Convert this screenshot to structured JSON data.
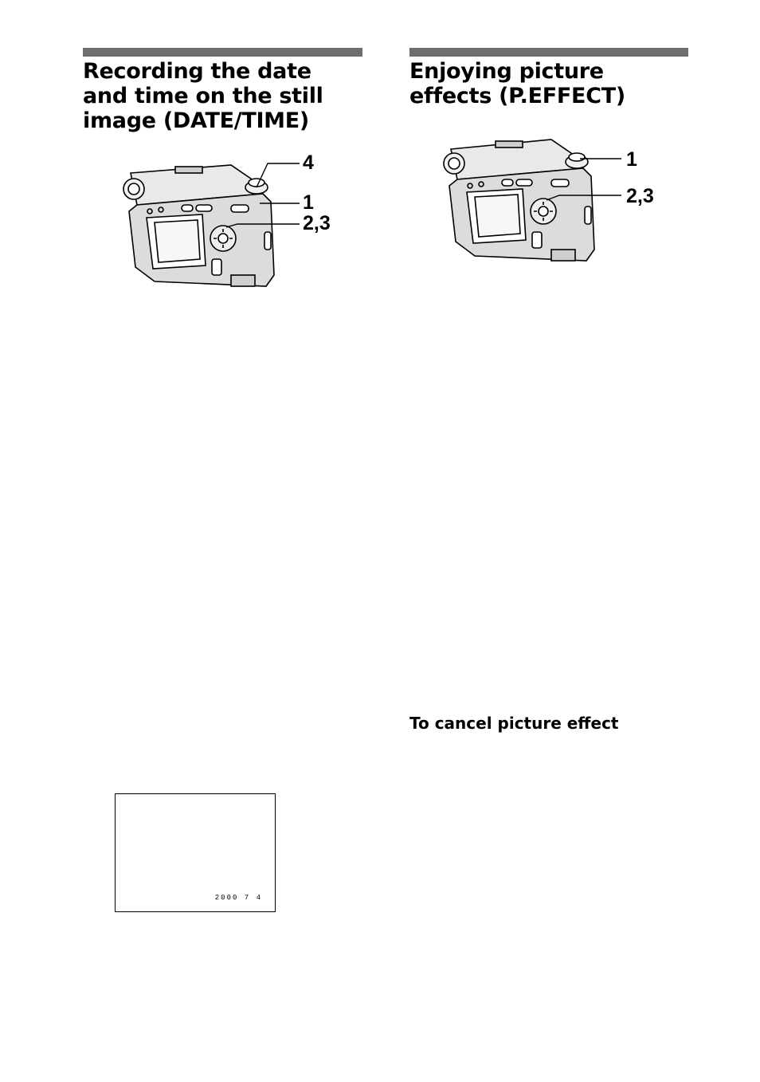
{
  "left_section": {
    "title_lines": [
      "Recording the date",
      "and time on the still",
      "image (DATE/TIME)"
    ],
    "callouts": [
      "4",
      "1",
      "2,3"
    ],
    "preview_date": "2000   7  4"
  },
  "right_section": {
    "title_lines": [
      "Enjoying picture",
      "effects (P.EFFECT)"
    ],
    "callouts": [
      "1",
      "2,3"
    ],
    "subheading": "To cancel picture effect"
  }
}
